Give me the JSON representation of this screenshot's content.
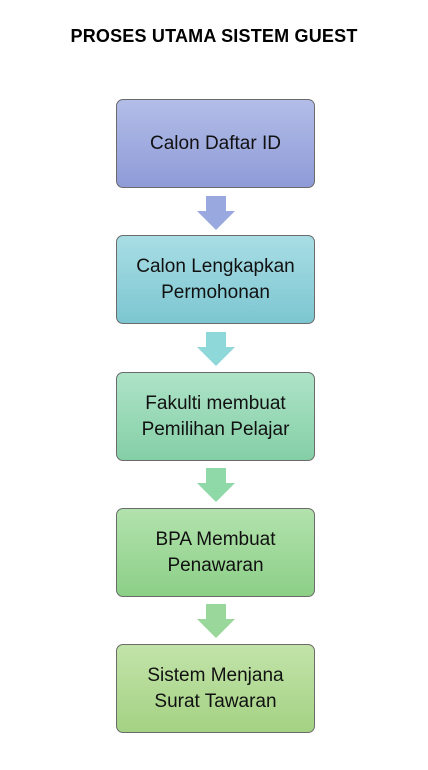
{
  "title": "PROSES UTAMA SISTEM GUEST",
  "steps": [
    {
      "label": "Calon Daftar ID",
      "color_top": "#b3bde8",
      "color_bottom": "#8e9bd7"
    },
    {
      "label": "Calon Lengkapkan Permohonan",
      "color_top": "#a9dde4",
      "color_bottom": "#7cc6d1"
    },
    {
      "label": "Fakulti membuat Pemilihan Pelajar",
      "color_top": "#aee3c8",
      "color_bottom": "#84cfa6"
    },
    {
      "label": "BPA Membuat Penawaran",
      "color_top": "#b2e2ad",
      "color_bottom": "#8ccf87"
    },
    {
      "label": "Sistem Menjana Surat Tawaran",
      "color_top": "#c2e3a9",
      "color_bottom": "#a4d283"
    }
  ],
  "arrows": [
    {
      "color": "#9aa8e0"
    },
    {
      "color": "#8fd8da"
    },
    {
      "color": "#8fd9a8"
    },
    {
      "color": "#9ad79a"
    }
  ]
}
